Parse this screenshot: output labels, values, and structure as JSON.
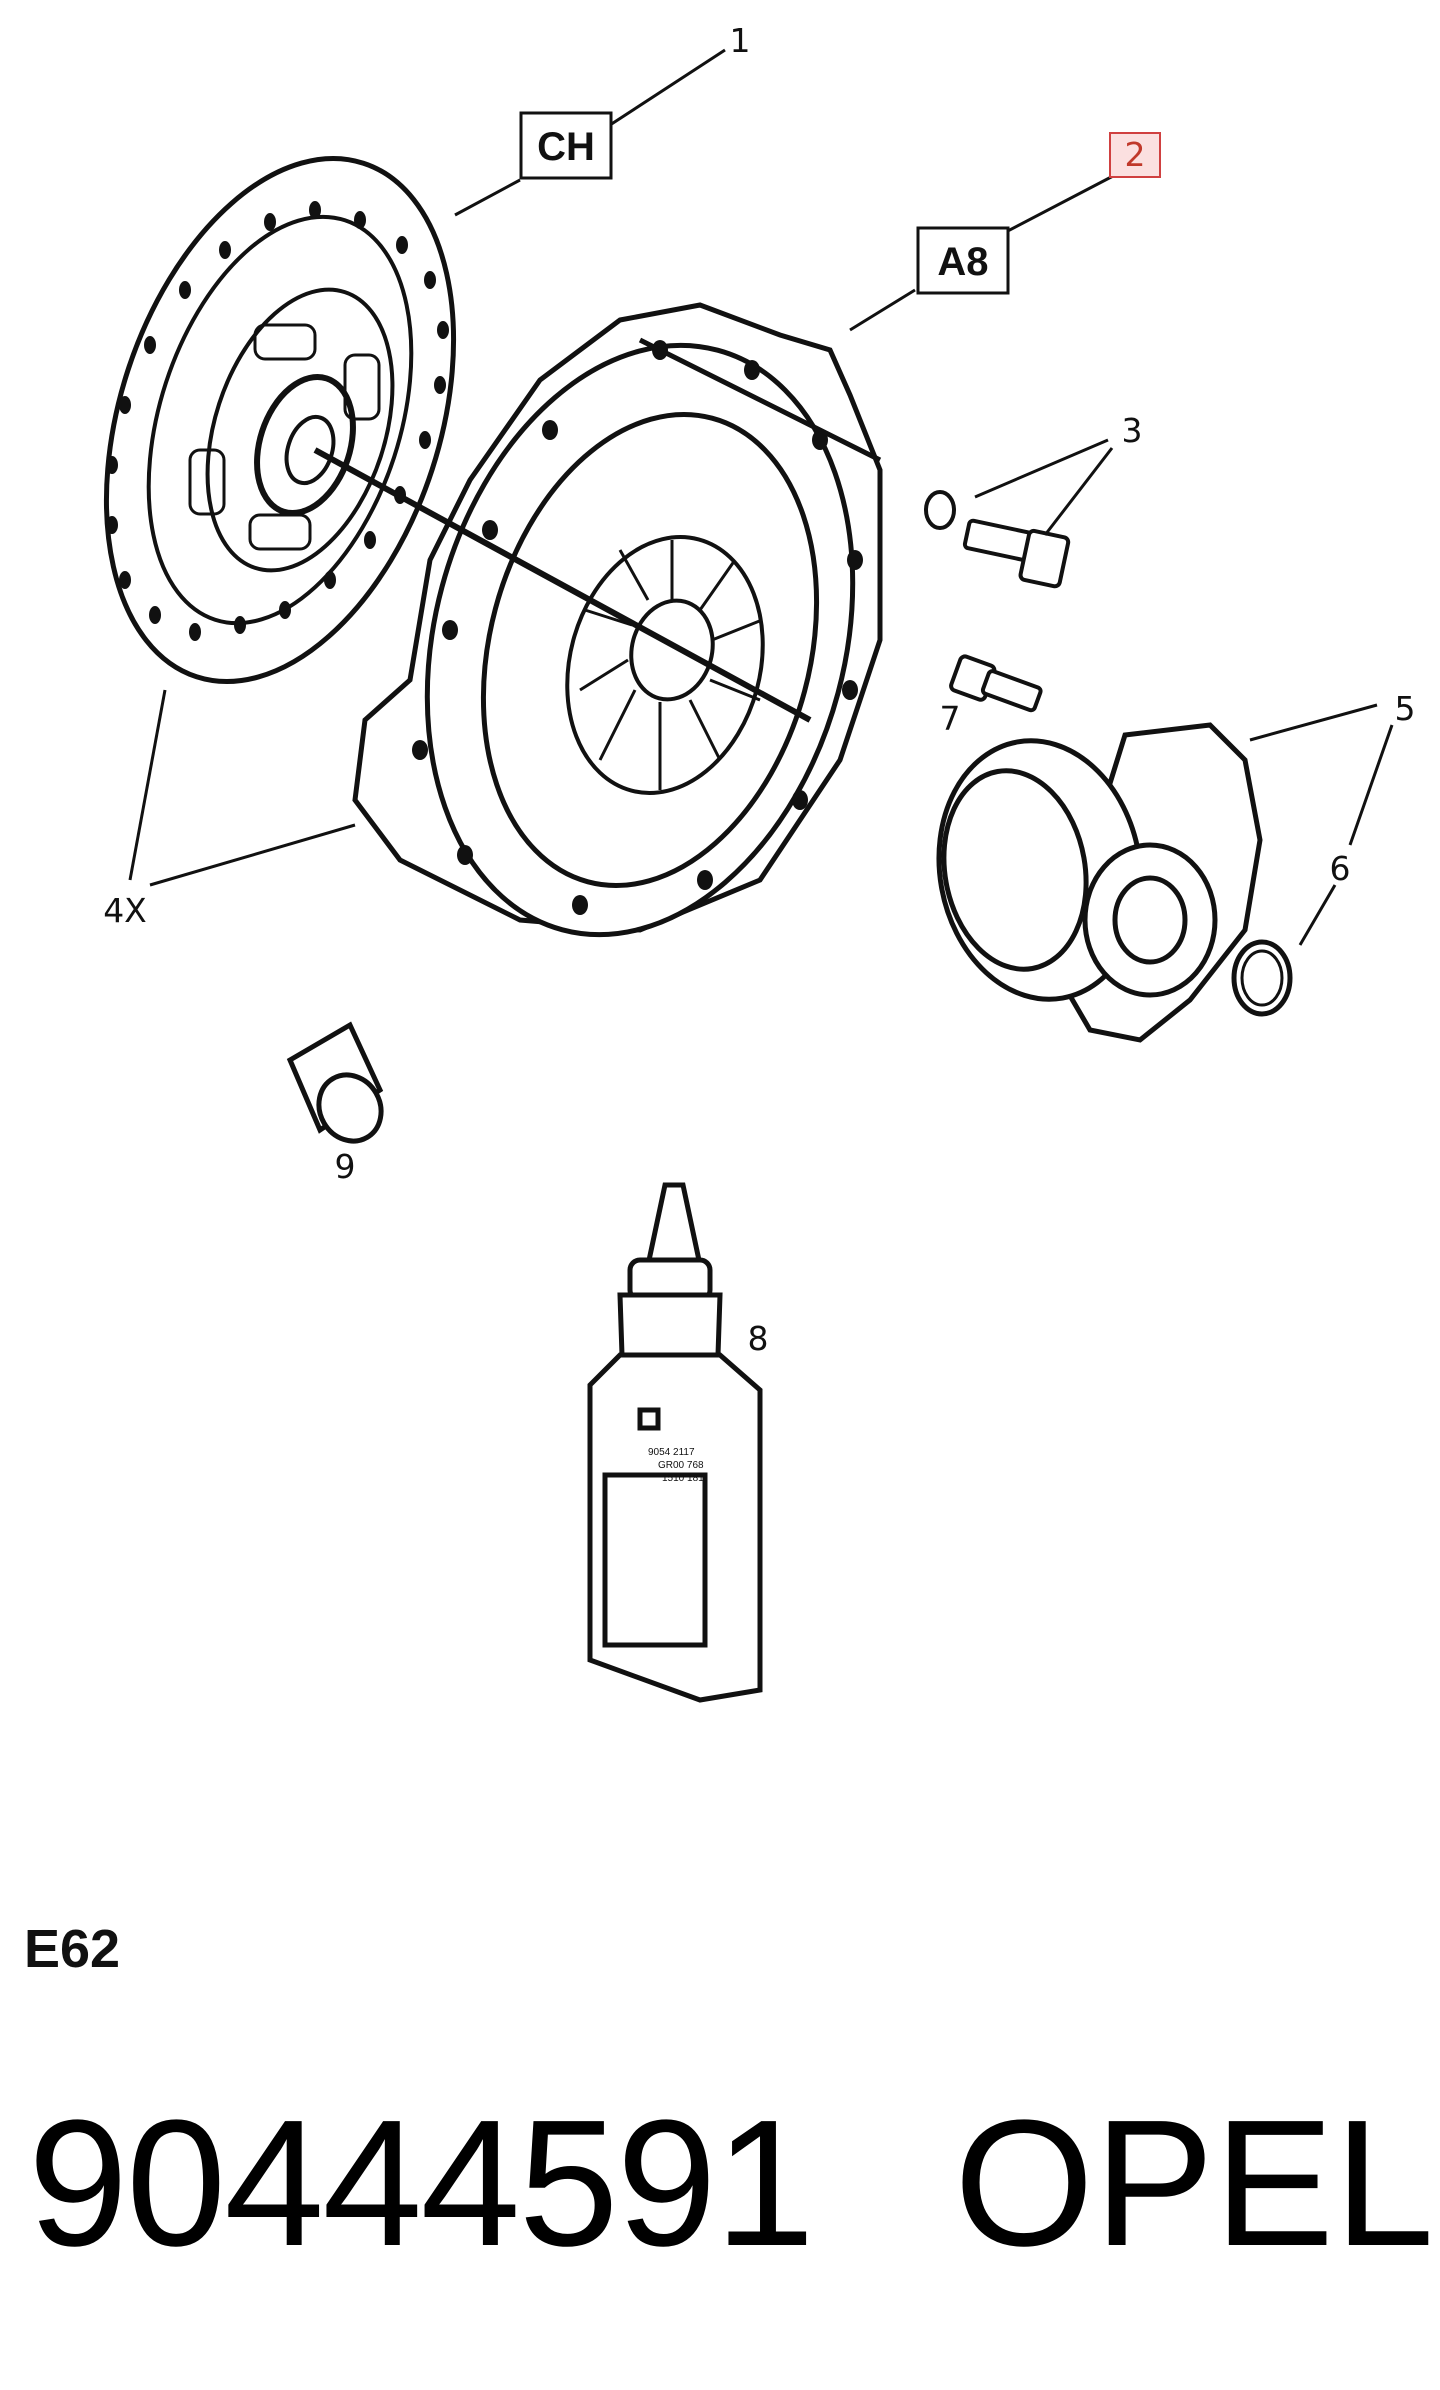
{
  "diagram": {
    "callouts": {
      "c1": "1",
      "c2": "2",
      "c3": "3",
      "c4x": "4X",
      "c5": "5",
      "c6": "6",
      "c7": "7",
      "c8": "8",
      "c9": "9"
    },
    "boxes": {
      "ch": "CH",
      "a8": "A8"
    },
    "bottle_label": {
      "line1": "9054 2117",
      "line2": "GR00 768",
      "line3": "1510 181"
    },
    "highlight_color": "#e05050"
  },
  "footer": {
    "section_code": "E62",
    "part_number": "90444591",
    "brand": "OPEL"
  }
}
